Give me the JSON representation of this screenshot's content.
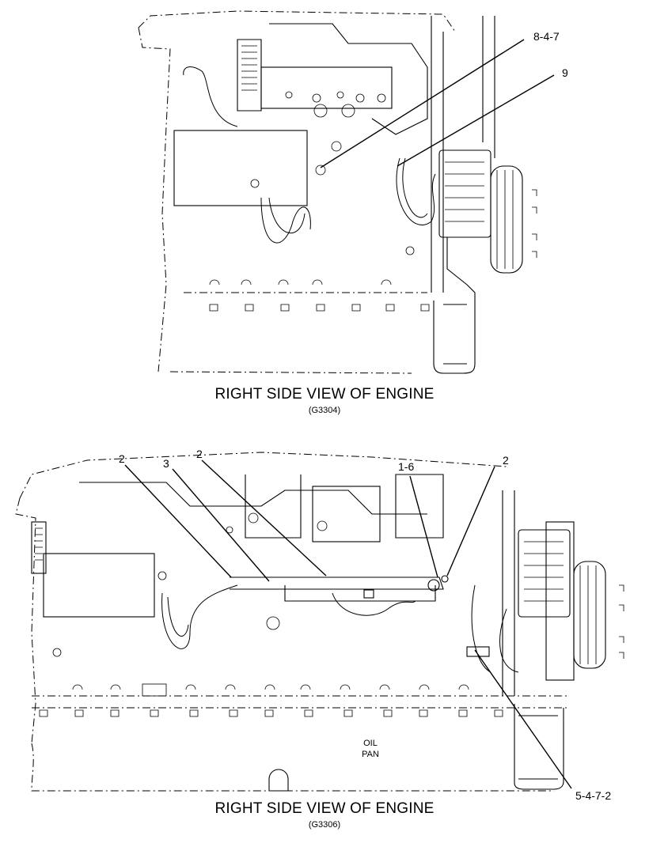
{
  "top_figure": {
    "title": "RIGHT SIDE VIEW OF ENGINE",
    "code": "(G3304)",
    "callouts": [
      "8-4-7",
      "9"
    ]
  },
  "bottom_figure": {
    "title": "RIGHT SIDE VIEW OF ENGINE",
    "code": "(G3306)",
    "callouts": [
      "2",
      "3",
      "2",
      "1-6",
      "2",
      "5-4-7-2"
    ],
    "oil_pan_label": [
      "OIL",
      "PAN"
    ]
  }
}
